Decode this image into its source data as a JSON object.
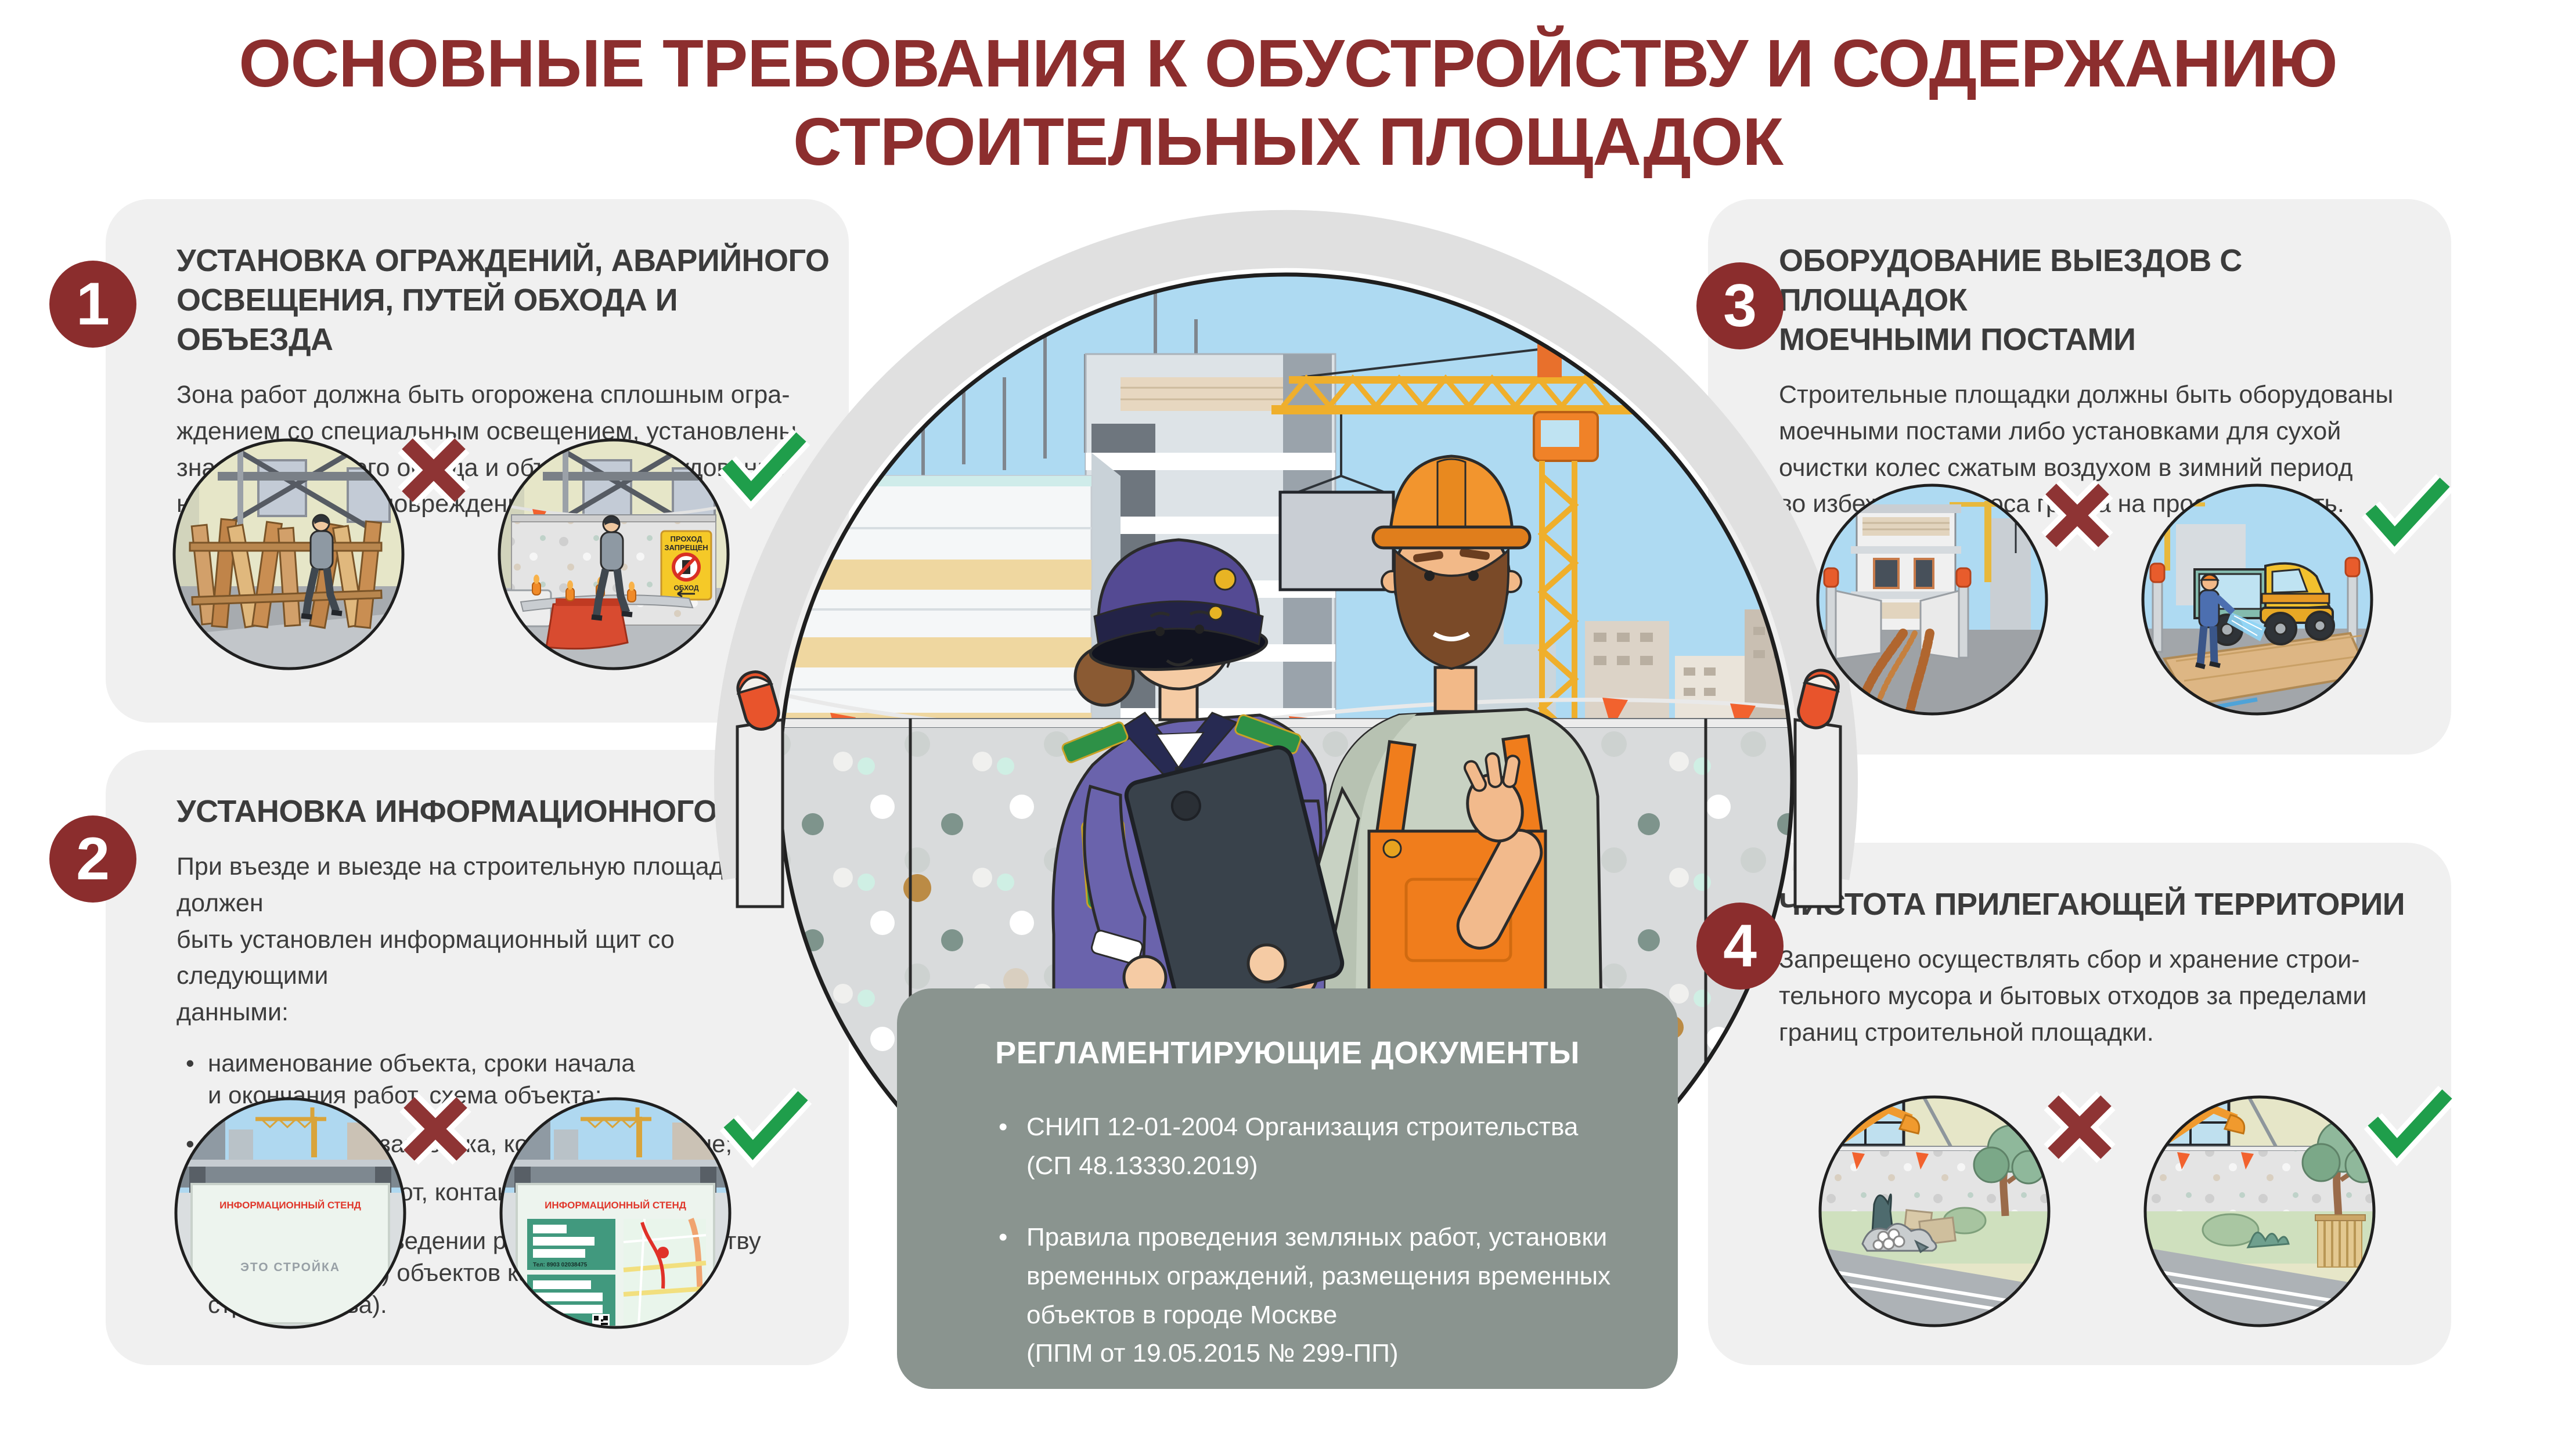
{
  "title": {
    "line1": "ОСНОВНЫЕ ТРЕБОВАНИЯ К ОБУСТРОЙСТВУ И СОДЕРЖАНИЮ",
    "line2": "СТРОИТЕЛЬНЫХ ПЛОЩАДОК"
  },
  "sections": [
    {
      "number": "1",
      "title": "УСТАНОВКА ОГРАЖДЕНИЙ, АВАРИЙНОГО\nОСВЕЩЕНИЯ, ПУТЕЙ ОБХОДА И ОБЪЕЗДА",
      "body": "Зона работ должна быть огорожена сплошным огра-\nждением со специальным освещением, установлены\nзнаки безопасного обхода и объезда. Оборудование\nне должно иметь повреждений и загрязнений."
    },
    {
      "number": "2",
      "title": "УСТАНОВКА ИНФОРМАЦИОННОГО ЩИТА",
      "body": "При въезде и выезде на строительную площадку должен\nбыть установлен информационный щит со следующими\nданными:",
      "bullets": [
        "наименование объекта, сроки начала\nи окончания работ, схема объекта;",
        "наименование заказчика, контактные данные;",
        "исполнитель работ, контактные данные;",
        "QR код (при проведении работ по строительству\n(реконструкции) объектов капитального строительства)."
      ]
    },
    {
      "number": "3",
      "title": "ОБОРУДОВАНИЕ ВЫЕЗДОВ С ПЛОЩАДОК\nМОЕЧНЫМИ ПОСТАМИ",
      "body": "Строительные площадки должны быть оборудованы\nмоечными постами либо установками для сухой\nочистки колес сжатым воздухом в зимний период\nво избежание выноса грунта на проезжую часть."
    },
    {
      "number": "4",
      "title": "ЧИСТОТА ПРИЛЕГАЮЩЕЙ ТЕРРИТОРИИ",
      "body": "Запрещено осуществлять сбор и хранение строи-\nтельного мусора и бытовых отходов за пределами\nграниц строительной площадки."
    }
  ],
  "documents": {
    "title": "РЕГЛАМЕНТИРУЮЩИЕ ДОКУМЕНТЫ",
    "items": [
      "СНИП 12-01-2004 Организация строительства\n(СП 48.13330.2019)",
      "Правила проведения земляных работ, установки\nвременных ограждений, размещения временных\nобъектов в городе Москве\n(ППМ от 19.05.2015 № 299-ПП)"
    ]
  },
  "illustration": {
    "sign_no_entry_line1": "ПРОХОД",
    "sign_no_entry_line2": "ЗАПРЕЩЕН",
    "sign_detour": "ОБХОД",
    "stand_header": "ИНФОРМАЦИОННЫЙ СТЕНД",
    "stand_bad_text": "ЭТО СТРОЙКА",
    "stand_phone1": "Тел: 8903 02038475",
    "stand_phone2": "8903 0258400"
  },
  "colors": {
    "accent_red": "#8C2E2E",
    "badge_red": "#8B2D2D",
    "check_green": "#1F9E4B",
    "card_bg": "#F0F0F0",
    "doc_box": "#8A948F",
    "text": "#3C3C3C",
    "sky": "#AEDAF2"
  }
}
